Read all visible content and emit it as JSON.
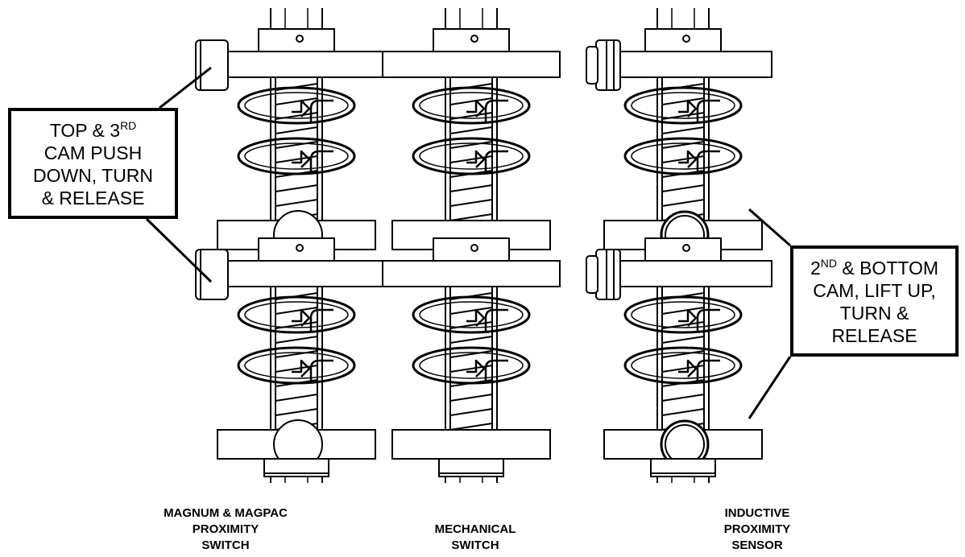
{
  "callouts": {
    "left": {
      "line1_text": "TOP & 3",
      "line1_sup": "RD",
      "line2": "CAM PUSH",
      "line3": "DOWN, TURN",
      "line4": "& RELEASE"
    },
    "right": {
      "line1_pre": "2",
      "line1_sup": "ND",
      "line1_text": " & BOTTOM",
      "line2": "CAM, LIFT UP,",
      "line3": "TURN &",
      "line4": "RELEASE"
    }
  },
  "columns": [
    {
      "caption_lines": [
        "MAGNUM & MAGPAC",
        "PROXIMITY",
        "SWITCH"
      ],
      "switch_type": "magnum"
    },
    {
      "caption_lines": [
        "MECHANICAL",
        "SWITCH"
      ],
      "switch_type": "mechanical"
    },
    {
      "caption_lines": [
        "INDUCTIVE",
        "PROXIMITY",
        "SENSOR"
      ],
      "switch_type": "inductive"
    }
  ],
  "colors": {
    "line": "#000000",
    "fill": "#ffffff"
  }
}
